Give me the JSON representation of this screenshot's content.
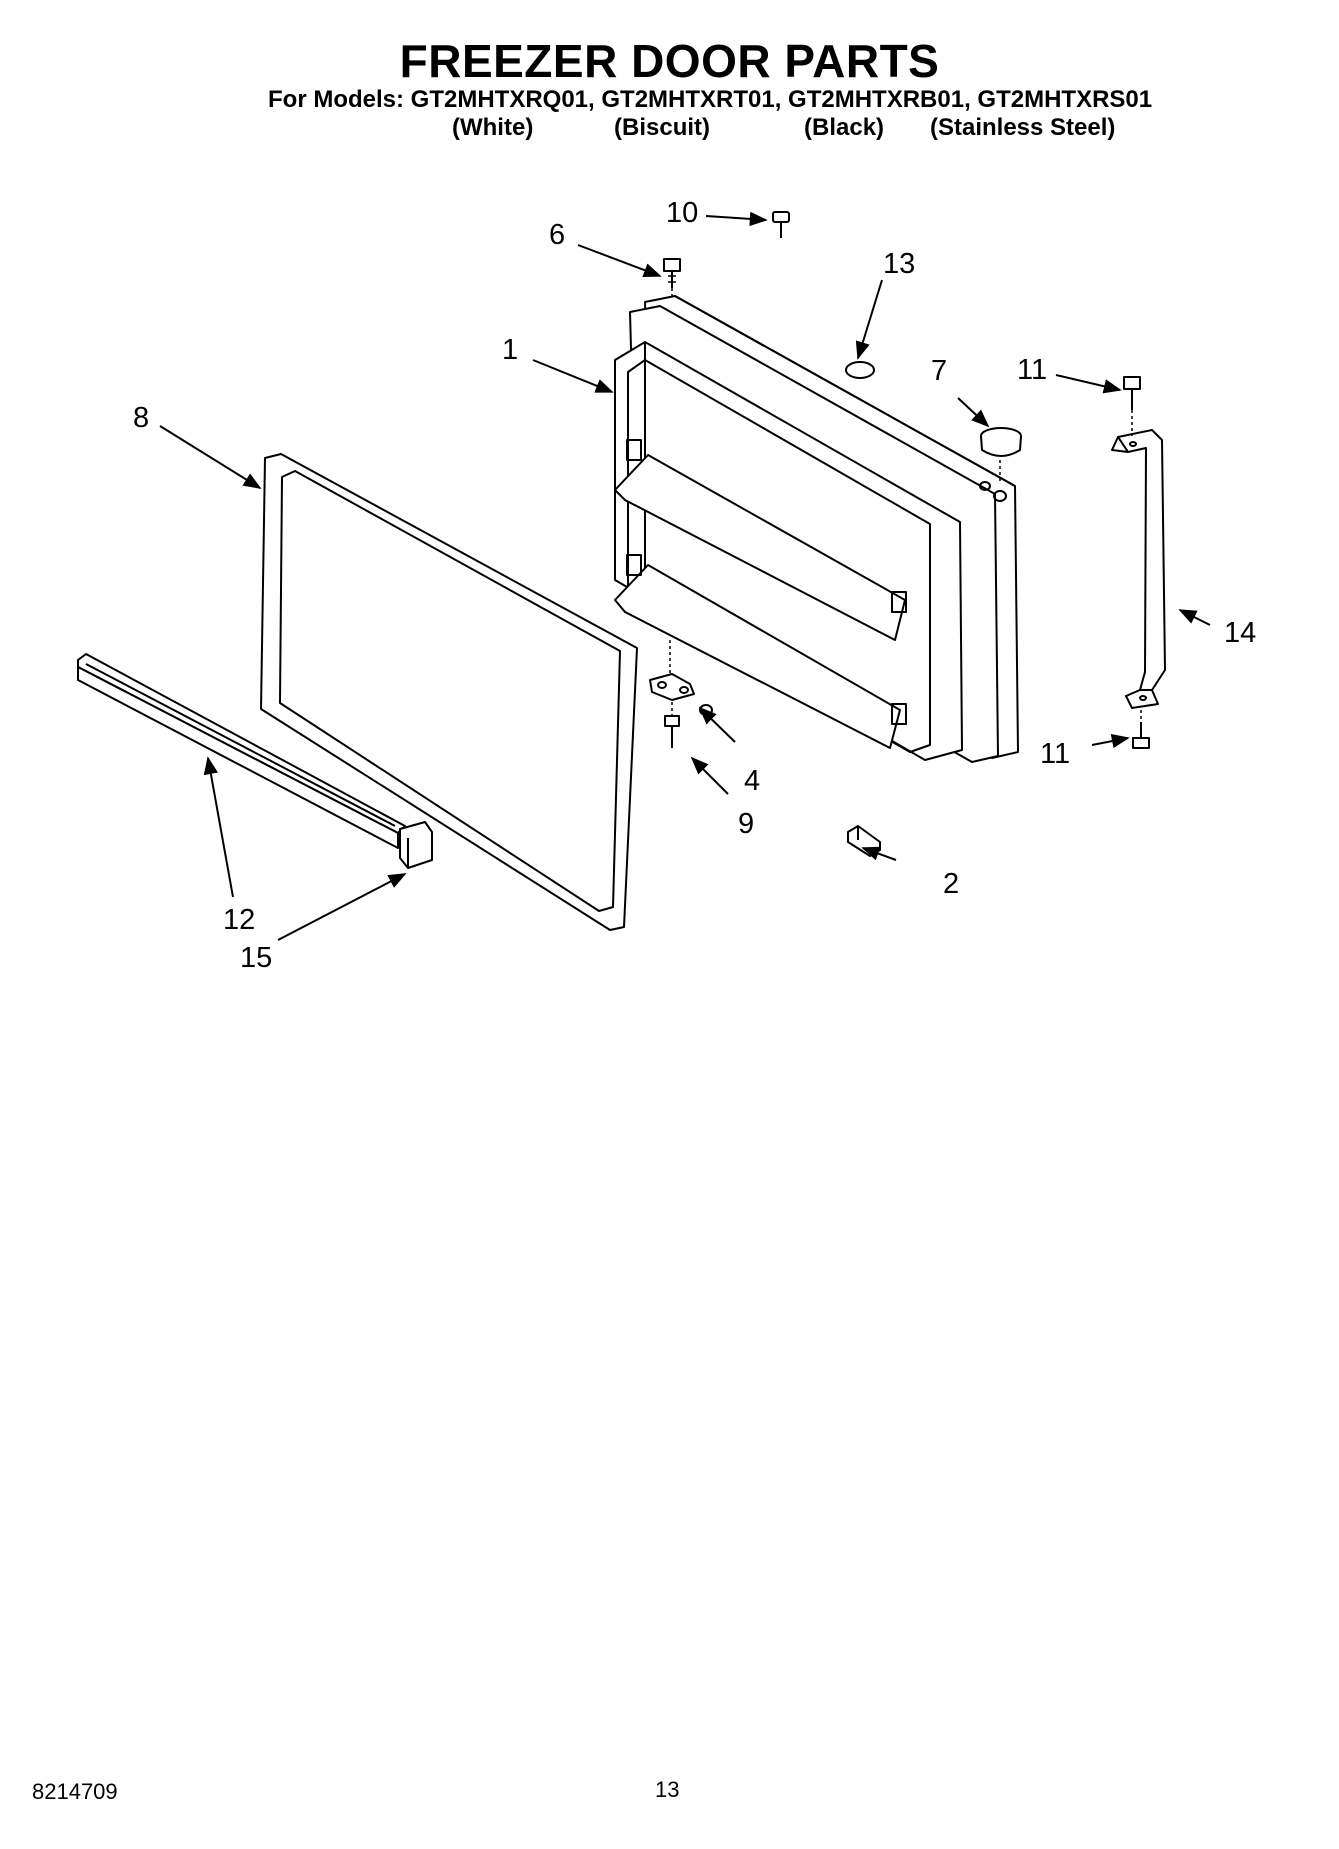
{
  "header": {
    "title": "FREEZER DOOR PARTS",
    "models_line": "For Models: GT2MHTXRQ01, GT2MHTXRT01, GT2MHTXRB01, GT2MHTXRS01",
    "finishes": [
      "(White)",
      "(Biscuit)",
      "(Black)",
      "(Stainless Steel)"
    ]
  },
  "callouts": {
    "c1": "1",
    "c2": "2",
    "c4": "4",
    "c6": "6",
    "c7": "7",
    "c8": "8",
    "c9": "9",
    "c10": "10",
    "c11a": "11",
    "c11b": "11",
    "c12": "12",
    "c13": "13",
    "c14": "14",
    "c15": "15"
  },
  "footer": {
    "doc_number": "8214709",
    "page_number": "13"
  }
}
